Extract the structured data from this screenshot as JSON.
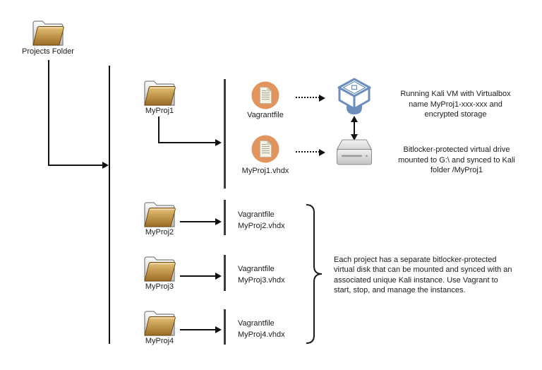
{
  "diagram": {
    "projects_folder": {
      "label": "Projects Folder"
    },
    "proj1": {
      "folder_label": "MyProj1",
      "vagrantfile_label": "Vagrantfile",
      "vhdx_label": "MyProj1.vhdx"
    },
    "proj2": {
      "folder_label": "MyProj2",
      "files": [
        "Vagrantfile",
        "MyProj2.vhdx"
      ]
    },
    "proj3": {
      "folder_label": "MyProj3",
      "files": [
        "Vagrantfile",
        "MyProj3.vhdx"
      ]
    },
    "proj4": {
      "folder_label": "MyProj4",
      "files": [
        "Vagrantfile",
        "MyProj4.vhdx"
      ]
    },
    "annotations": {
      "kali_vm": [
        "Running Kali VM with Virtualbox",
        "name MyProj1-xxx-xxx and",
        "encrypted storage"
      ],
      "virtual_drive": [
        "Bitlocker-protected virtual drive",
        "mounted to G:\\ and synced to Kali",
        "folder /MyProj1"
      ],
      "brace_note": [
        "Each project has a separate bitlocker-protected",
        "virtual disk that can be mounted and synced with an",
        "associated unique Kali instance. Use Vagrant to",
        "start, stop, and manage the instances."
      ]
    },
    "icons": {
      "folder": "open-folder-icon",
      "file": "document-in-circle-icon",
      "vm": "virtualbox-icon",
      "drive": "hard-drive-icon"
    },
    "colors": {
      "file_circle": "#E2945F",
      "virtualbox_blue": "#6B8EBD",
      "folder_front": "#C89445",
      "line": "#111111"
    }
  }
}
